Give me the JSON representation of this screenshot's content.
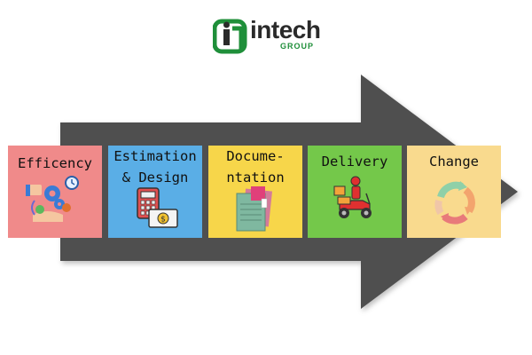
{
  "logo": {
    "brand": "intech",
    "sub": "GROUP",
    "color_green": "#1f8f3a",
    "color_dark": "#2a2a2a"
  },
  "arrow": {
    "color": "#505050"
  },
  "steps": [
    {
      "label": "Efficency",
      "icon": "efficiency-gears-clock-icon",
      "color": "#f08a8a"
    },
    {
      "label": "Estimation\n& Design",
      "icon": "calculator-money-icon",
      "color": "#5aaee6"
    },
    {
      "label": "Docume-\nntation",
      "icon": "documents-stack-icon",
      "color": "#f7d64a"
    },
    {
      "label": "Delivery",
      "icon": "delivery-scooter-icon",
      "color": "#74c84a"
    },
    {
      "label": "Change",
      "icon": "cycle-arrows-icon",
      "color": "#f9da8e"
    }
  ]
}
